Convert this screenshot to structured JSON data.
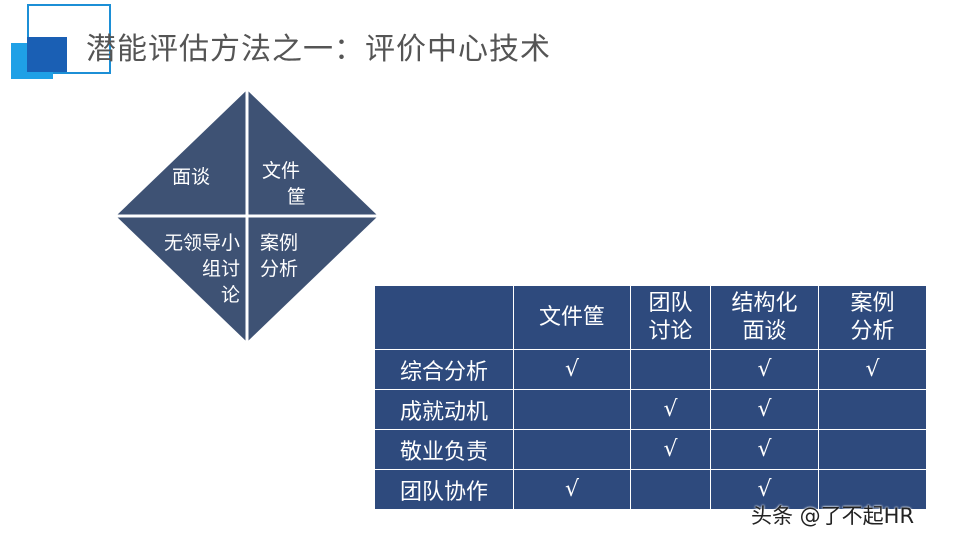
{
  "title": "潜能评估方法之一：评价中心技术",
  "colors": {
    "accent_light": "#1fa0e6",
    "accent_dark": "#1a5fb4",
    "navy": "#2e4a7d"
  },
  "diamond": {
    "top_left": "面谈",
    "top_right_line1": "文件",
    "top_right_line2": "筐",
    "bottom_left_line1": "无领导小",
    "bottom_left_line2": "组讨",
    "bottom_left_line3": "论",
    "bottom_right_line1": "案例",
    "bottom_right_line2": "分析"
  },
  "table": {
    "columns": [
      {
        "line1": "文件筐",
        "line2": ""
      },
      {
        "line1": "团队",
        "line2": "讨论"
      },
      {
        "line1": "结构化",
        "line2": "面谈"
      },
      {
        "line1": "案例",
        "line2": "分析"
      }
    ],
    "rows": [
      {
        "label": "综合分析",
        "cells": [
          "√",
          "",
          "√",
          "√"
        ]
      },
      {
        "label": "成就动机",
        "cells": [
          "",
          "√",
          "√",
          ""
        ]
      },
      {
        "label": "敬业负责",
        "cells": [
          "",
          "√",
          "√",
          ""
        ]
      },
      {
        "label": "团队协作",
        "cells": [
          "√",
          "",
          "√",
          ""
        ]
      }
    ]
  },
  "watermark": "头条 @了不起HR"
}
